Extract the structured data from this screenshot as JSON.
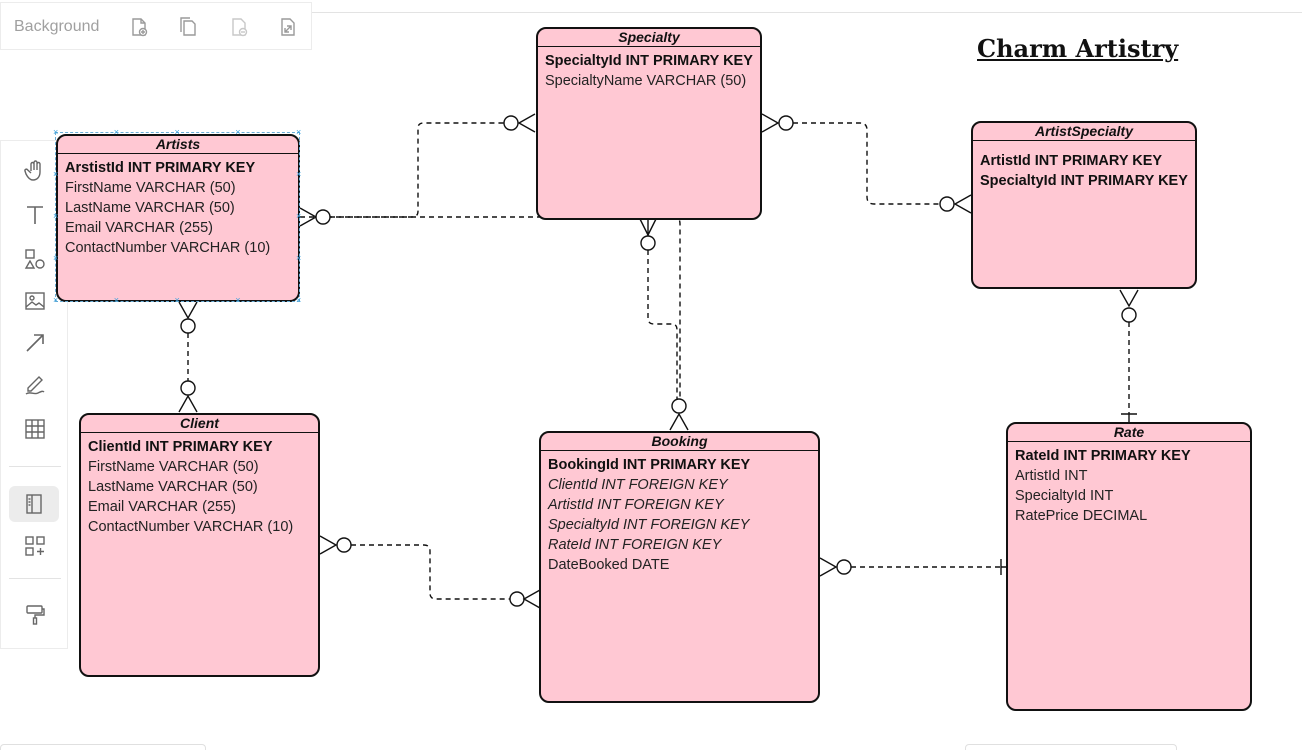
{
  "toolbar": {
    "background_label": "Background",
    "buttons": [
      "add-page-icon",
      "copy-page-icon",
      "delete-page-icon",
      "resize-page-icon"
    ]
  },
  "tools": [
    "hand-icon",
    "text-icon",
    "shapes-icon",
    "image-icon",
    "arrow-icon",
    "pen-icon",
    "table-icon",
    "panel-icon",
    "add-widget-icon",
    "format-painter-icon"
  ],
  "diagram": {
    "title": "Charm Artistry",
    "colors": {
      "entity_fill": "#ffc8d3",
      "entity_border": "#111111",
      "selection": "#6aaed6"
    },
    "entities": {
      "specialty": {
        "title": "Specialty",
        "fields": [
          {
            "text": "SpecialtyId INT PRIMARY KEY"
          },
          {
            "text": "SpecialtyName VARCHAR (50)"
          }
        ]
      },
      "artists": {
        "title": "Artists",
        "fields": [
          {
            "text": "ArstistId INT PRIMARY KEY"
          },
          {
            "text": "FirstName VARCHAR (50)"
          },
          {
            "text": "LastName VARCHAR (50)"
          },
          {
            "text": "Email VARCHAR (255)"
          },
          {
            "text": "ContactNumber VARCHAR (10)"
          }
        ]
      },
      "artist_specialty": {
        "title": "ArtistSpecialty",
        "fields": [
          {
            "text": "ArtistId INT PRIMARY KEY"
          },
          {
            "text": "SpecialtyId INT PRIMARY KEY"
          }
        ]
      },
      "client": {
        "title": "Client",
        "fields": [
          {
            "text": "ClientId INT PRIMARY KEY"
          },
          {
            "text": "FirstName VARCHAR (50)"
          },
          {
            "text": "LastName VARCHAR (50)"
          },
          {
            "text": "Email VARCHAR (255)"
          },
          {
            "text": "ContactNumber VARCHAR (10)"
          }
        ]
      },
      "booking": {
        "title": "Booking",
        "fields": [
          {
            "text": "BookingId INT PRIMARY KEY"
          },
          {
            "text": "ClientId INT  FOREIGN KEY"
          },
          {
            "text": "ArtistId INT  FOREIGN KEY"
          },
          {
            "text": "SpecialtyId INT FOREIGN KEY"
          },
          {
            "text": "RateId INT FOREIGN KEY"
          },
          {
            "text": "DateBooked DATE"
          }
        ]
      },
      "rate": {
        "title": "Rate",
        "fields": [
          {
            "text": "RateId INT PRIMARY KEY"
          },
          {
            "text": "ArtistId INT"
          },
          {
            "text": "SpecialtyId INT"
          },
          {
            "text": "RatePrice DECIMAL"
          }
        ]
      }
    }
  }
}
